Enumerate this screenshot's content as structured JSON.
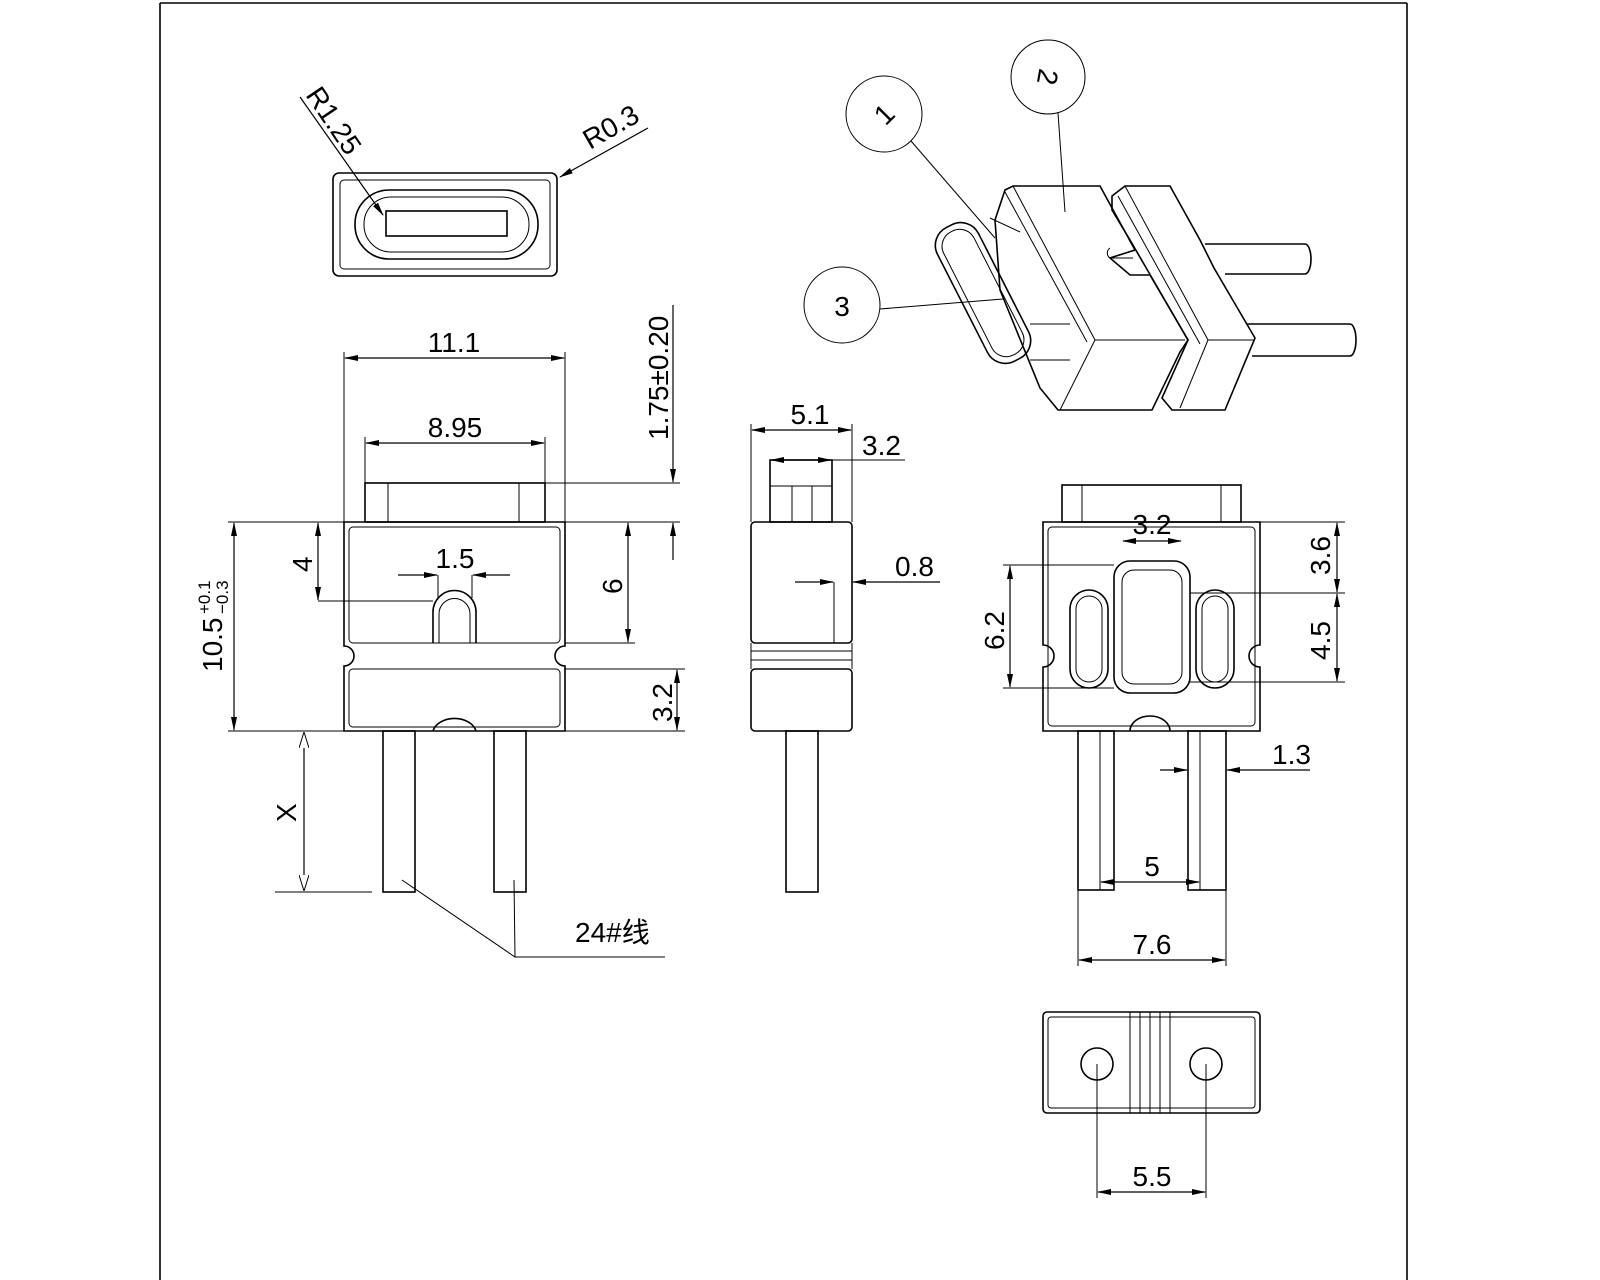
{
  "drawing": {
    "top_view": {
      "radius_large": "R1.25",
      "radius_small": "R0.3"
    },
    "front_view": {
      "width_overall": "11.1",
      "width_tab": "8.95",
      "tab_height": "1.75±0.20",
      "height_total": "10.5",
      "height_tol_plus": "+0.1",
      "height_tol_minus": "−0.3",
      "slot_depth": "4",
      "slot_width": "1.5",
      "upper_height": "6",
      "lower_height": "3.2",
      "pin_length": "X",
      "wire_label": "24#线"
    },
    "side_view": {
      "depth": "5.1",
      "tab_depth": "3.2",
      "wall": "0.8"
    },
    "rear_view": {
      "center_width": "3.2",
      "top_offset": "3.6",
      "slot_height": "4.5",
      "slot_span": "6.2",
      "pin_dia": "1.3",
      "pin_pitch": "5",
      "pin_outer": "7.6"
    },
    "bottom_view": {
      "hole_pitch": "5.5"
    },
    "balloons": [
      "1",
      "2",
      "3"
    ]
  }
}
